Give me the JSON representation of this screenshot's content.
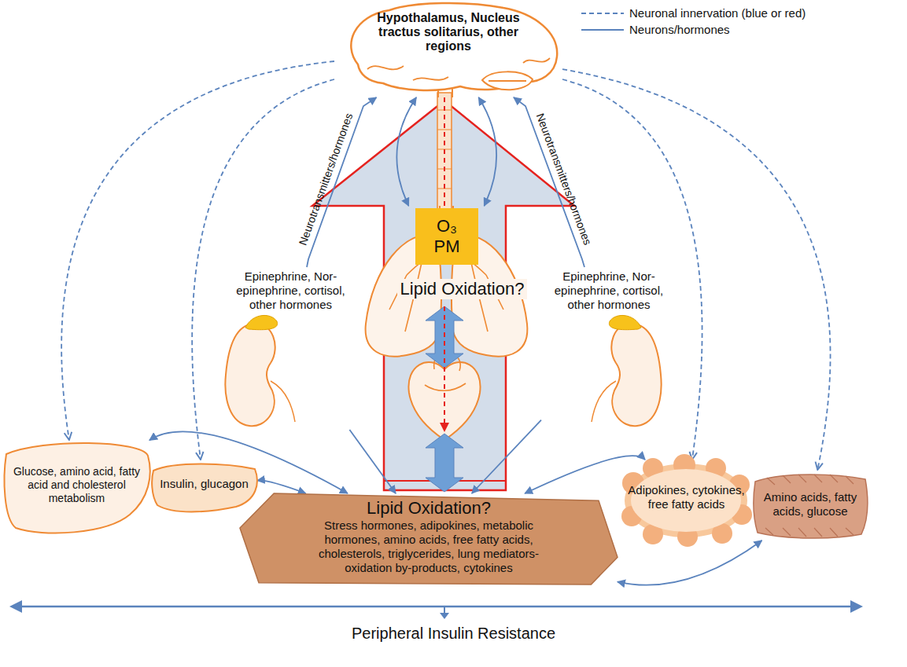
{
  "diagram": {
    "nodes": [
      {
        "text": [
          "Hypothalamus, Nucleus tractus solitarius, other regions"
        ]
      },
      {
        "text": [
          "Lipid Oxidation?"
        ]
      },
      {
        "text": [
          "O₃ PM"
        ],
        "in": 1
      },
      {
        "text": [
          "Epinephrine, Nor-epinephrine, cortisol, other hormones"
        ]
      },
      {
        "text": [
          "Epinephrine, Nor-epinephrine, cortisol, other hormones"
        ]
      },
      {
        "text": [
          "Glucose, amino acid, fatty acid and cholesterol metabolism"
        ]
      },
      {
        "text": [
          "Insulin, glucagon"
        ]
      },
      {
        "text": [
          "Lipid Oxidation?",
          "Stress hormones, adipokines, metabolic hormones, amino acids, free fatty acids, cholesterols, triglycerides, lung mediators-oxidation by-products, cytokines"
        ]
      },
      {
        "text": [
          "Adipokines, cytokines, free fatty acids"
        ]
      },
      {
        "text": [
          "Amino acids, fatty acids, glucose"
        ]
      }
    ],
    "edges": [
      {
        "from": 0,
        "to": 5,
        "arrow": "to"
      },
      {
        "from": 0,
        "to": 6,
        "arrow": "to"
      },
      {
        "from": 0,
        "to": 8,
        "arrow": "to"
      },
      {
        "from": 0,
        "to": 9,
        "arrow": "to"
      },
      {
        "from": 0,
        "to": 1,
        "arrow": "both"
      },
      {
        "from": 0,
        "to": 1,
        "arrow": "both"
      },
      {
        "from": 3,
        "to": 0,
        "label": "Neurotransmitters/hormones",
        "arrow": "to"
      },
      {
        "from": 4,
        "to": 0,
        "label": "Neurotransmitters/hormones",
        "arrow": "to"
      },
      {
        "from": 3,
        "to": 7,
        "arrow": "to"
      },
      {
        "from": 4,
        "to": 7,
        "arrow": "to"
      },
      {
        "from": 5,
        "to": 7,
        "arrow": "both"
      },
      {
        "from": 6,
        "to": 7,
        "arrow": "both"
      },
      {
        "from": 8,
        "to": 7,
        "arrow": "both"
      },
      {
        "from": 9,
        "to": 7,
        "arrow": "both"
      }
    ],
    "labels": [
      "Peripheral Insulin Resistance"
    ],
    "legend": [
      {
        "text": "Neuronal innervation (blue or red)"
      },
      {
        "text": "Neurons/hormones"
      }
    ]
  }
}
